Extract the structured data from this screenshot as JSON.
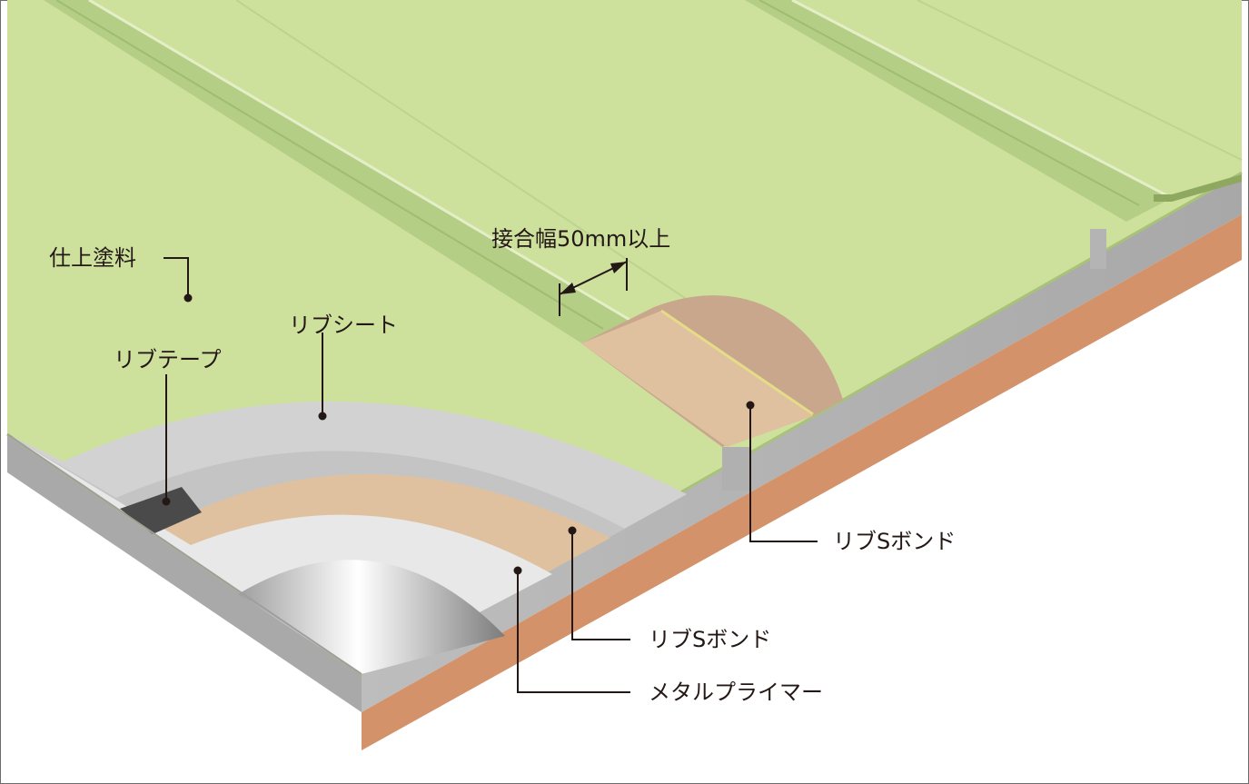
{
  "labels": {
    "finish_paint": "仕上塗料",
    "rib_sheet": "リブシート",
    "rib_tape": "リブテープ",
    "joint_width": "接合幅50mm以上",
    "rib_s_bond_right": "リブSボンド",
    "rib_s_bond_center": "リブSボンド",
    "metal_primer": "メタルプライマー"
  },
  "colors": {
    "sheet_green": "#cde19d",
    "rib_green": "#b4ce86",
    "gray_sheet": "#d2d2d2",
    "bond_tan": "#dfc1a0",
    "primer_light": "#e8e8e8",
    "metal_side": "#b3b3b3",
    "copper_side": "#d3926a",
    "leader_line": "#231815"
  }
}
